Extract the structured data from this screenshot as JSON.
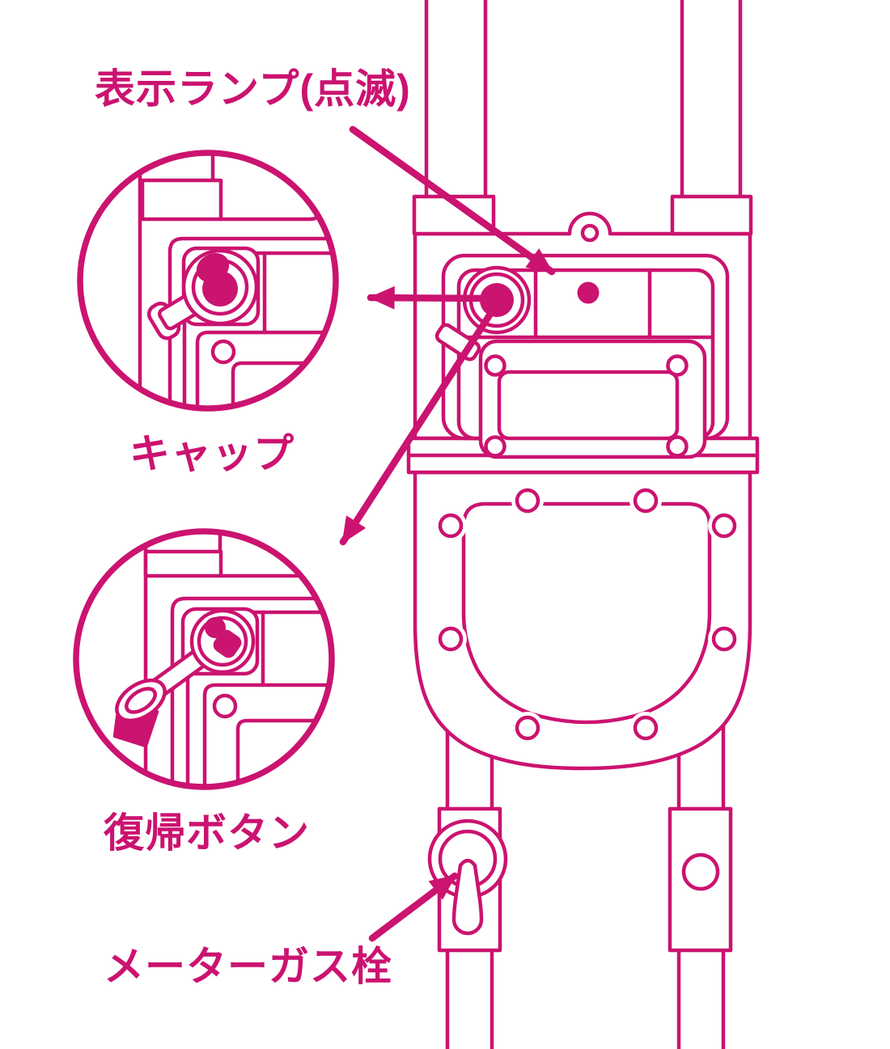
{
  "diagram": {
    "type": "gas-meter-instruction-diagram",
    "line_color": "#cb1370",
    "background_color": "#ffffff",
    "labels": {
      "lamp": "表示ランプ(点滅)",
      "cap": "キャップ",
      "reset_button": "復帰ボタン",
      "gas_valve": "メーターガス栓"
    }
  }
}
